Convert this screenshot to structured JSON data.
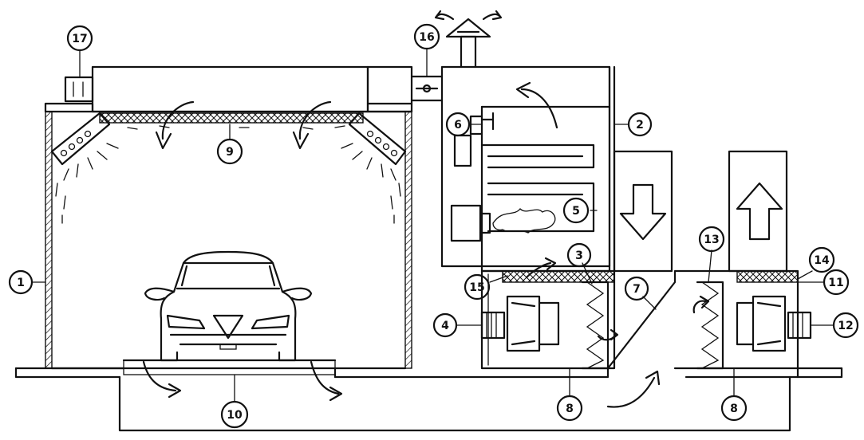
{
  "diagram": {
    "colors": {
      "ink": "#111111",
      "paper": "#ffffff"
    },
    "callouts": [
      {
        "id": "c1",
        "label": "1"
      },
      {
        "id": "c2",
        "label": "2"
      },
      {
        "id": "c3",
        "label": "3"
      },
      {
        "id": "c4",
        "label": "4"
      },
      {
        "id": "c5",
        "label": "5"
      },
      {
        "id": "c6",
        "label": "6"
      },
      {
        "id": "c7",
        "label": "7"
      },
      {
        "id": "c8a",
        "label": "8"
      },
      {
        "id": "c8b",
        "label": "8"
      },
      {
        "id": "c9",
        "label": "9"
      },
      {
        "id": "c10",
        "label": "10"
      },
      {
        "id": "c11",
        "label": "11"
      },
      {
        "id": "c12",
        "label": "12"
      },
      {
        "id": "c13",
        "label": "13"
      },
      {
        "id": "c14",
        "label": "14"
      },
      {
        "id": "c15",
        "label": "15"
      },
      {
        "id": "c16",
        "label": "16"
      },
      {
        "id": "c17",
        "label": "17"
      }
    ]
  }
}
